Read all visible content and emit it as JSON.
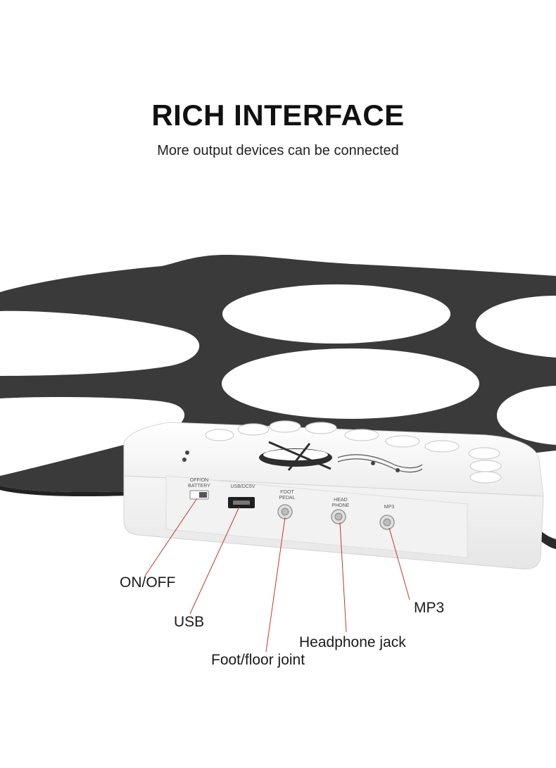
{
  "header": {
    "title": "RICH INTERFACE",
    "subtitle": "More output devices can be connected"
  },
  "ports": {
    "power_label_1": "OFF/ON",
    "power_label_2": "BATTERY",
    "usb_label": "USB/DC5V",
    "foot_label_1": "FOOT",
    "foot_label_2": "PEDAL",
    "head_label_1": "HEAD",
    "head_label_2": "PHONE",
    "mp3_label": "MP3"
  },
  "callouts": {
    "on_off": "ON/OFF",
    "usb": "USB",
    "foot": "Foot/floor joint",
    "headphone": "Headphone jack",
    "mp3": "MP3"
  },
  "colors": {
    "pad_dark": "#3a3a3a",
    "pad_white": "#ffffff",
    "device_body": "#f4f4f4",
    "leader_line": "#c0392b"
  }
}
